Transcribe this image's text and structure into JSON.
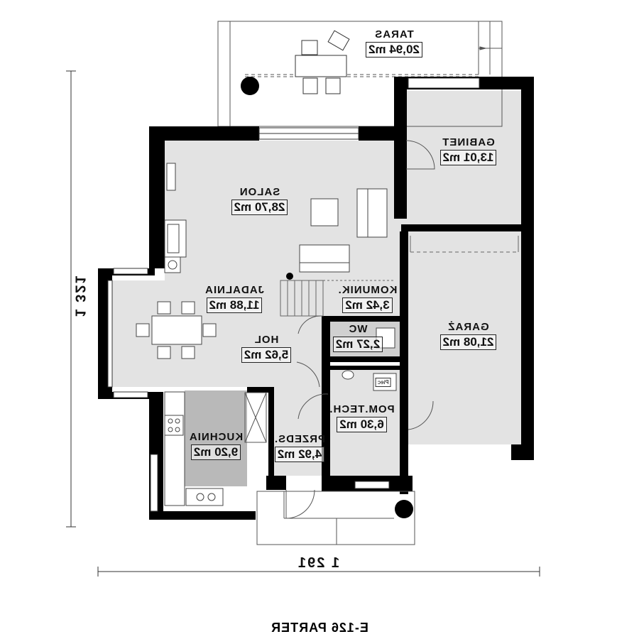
{
  "plan": {
    "title": "E-126 PARTER",
    "width_label": "1 291",
    "depth_label": "1 321",
    "appliance_label": "Piec"
  },
  "rooms": {
    "taras": {
      "name": "TARAS",
      "area": "20,94 m2"
    },
    "gabinet": {
      "name": "GABINET",
      "area": "13,01 m2"
    },
    "salon": {
      "name": "SALON",
      "area": "28,70 m2"
    },
    "jadalnia": {
      "name": "JADALNIA",
      "area": "11,88 m2"
    },
    "komunik": {
      "name": "KOMUNIK.",
      "area": "3,42 m2"
    },
    "garaz": {
      "name": "GARAŻ",
      "area": "21,08 m2"
    },
    "wc": {
      "name": "WC",
      "area": "2,27 m2"
    },
    "hol": {
      "name": "HOL",
      "area": "5,62 m2"
    },
    "pomtech": {
      "name": "POM.TECH.",
      "area": "6,30 m2"
    },
    "kuchnia": {
      "name": "KUCHNIA",
      "area": "9,20 m2"
    },
    "przedsionek": {
      "name": "PRZEDS.",
      "area": "4,92 m2"
    }
  },
  "colors": {
    "wall": "#000000",
    "floor": "#e3e3e3",
    "kitchen_floor": "#b9b9b9",
    "terrace": "#ffffff"
  }
}
